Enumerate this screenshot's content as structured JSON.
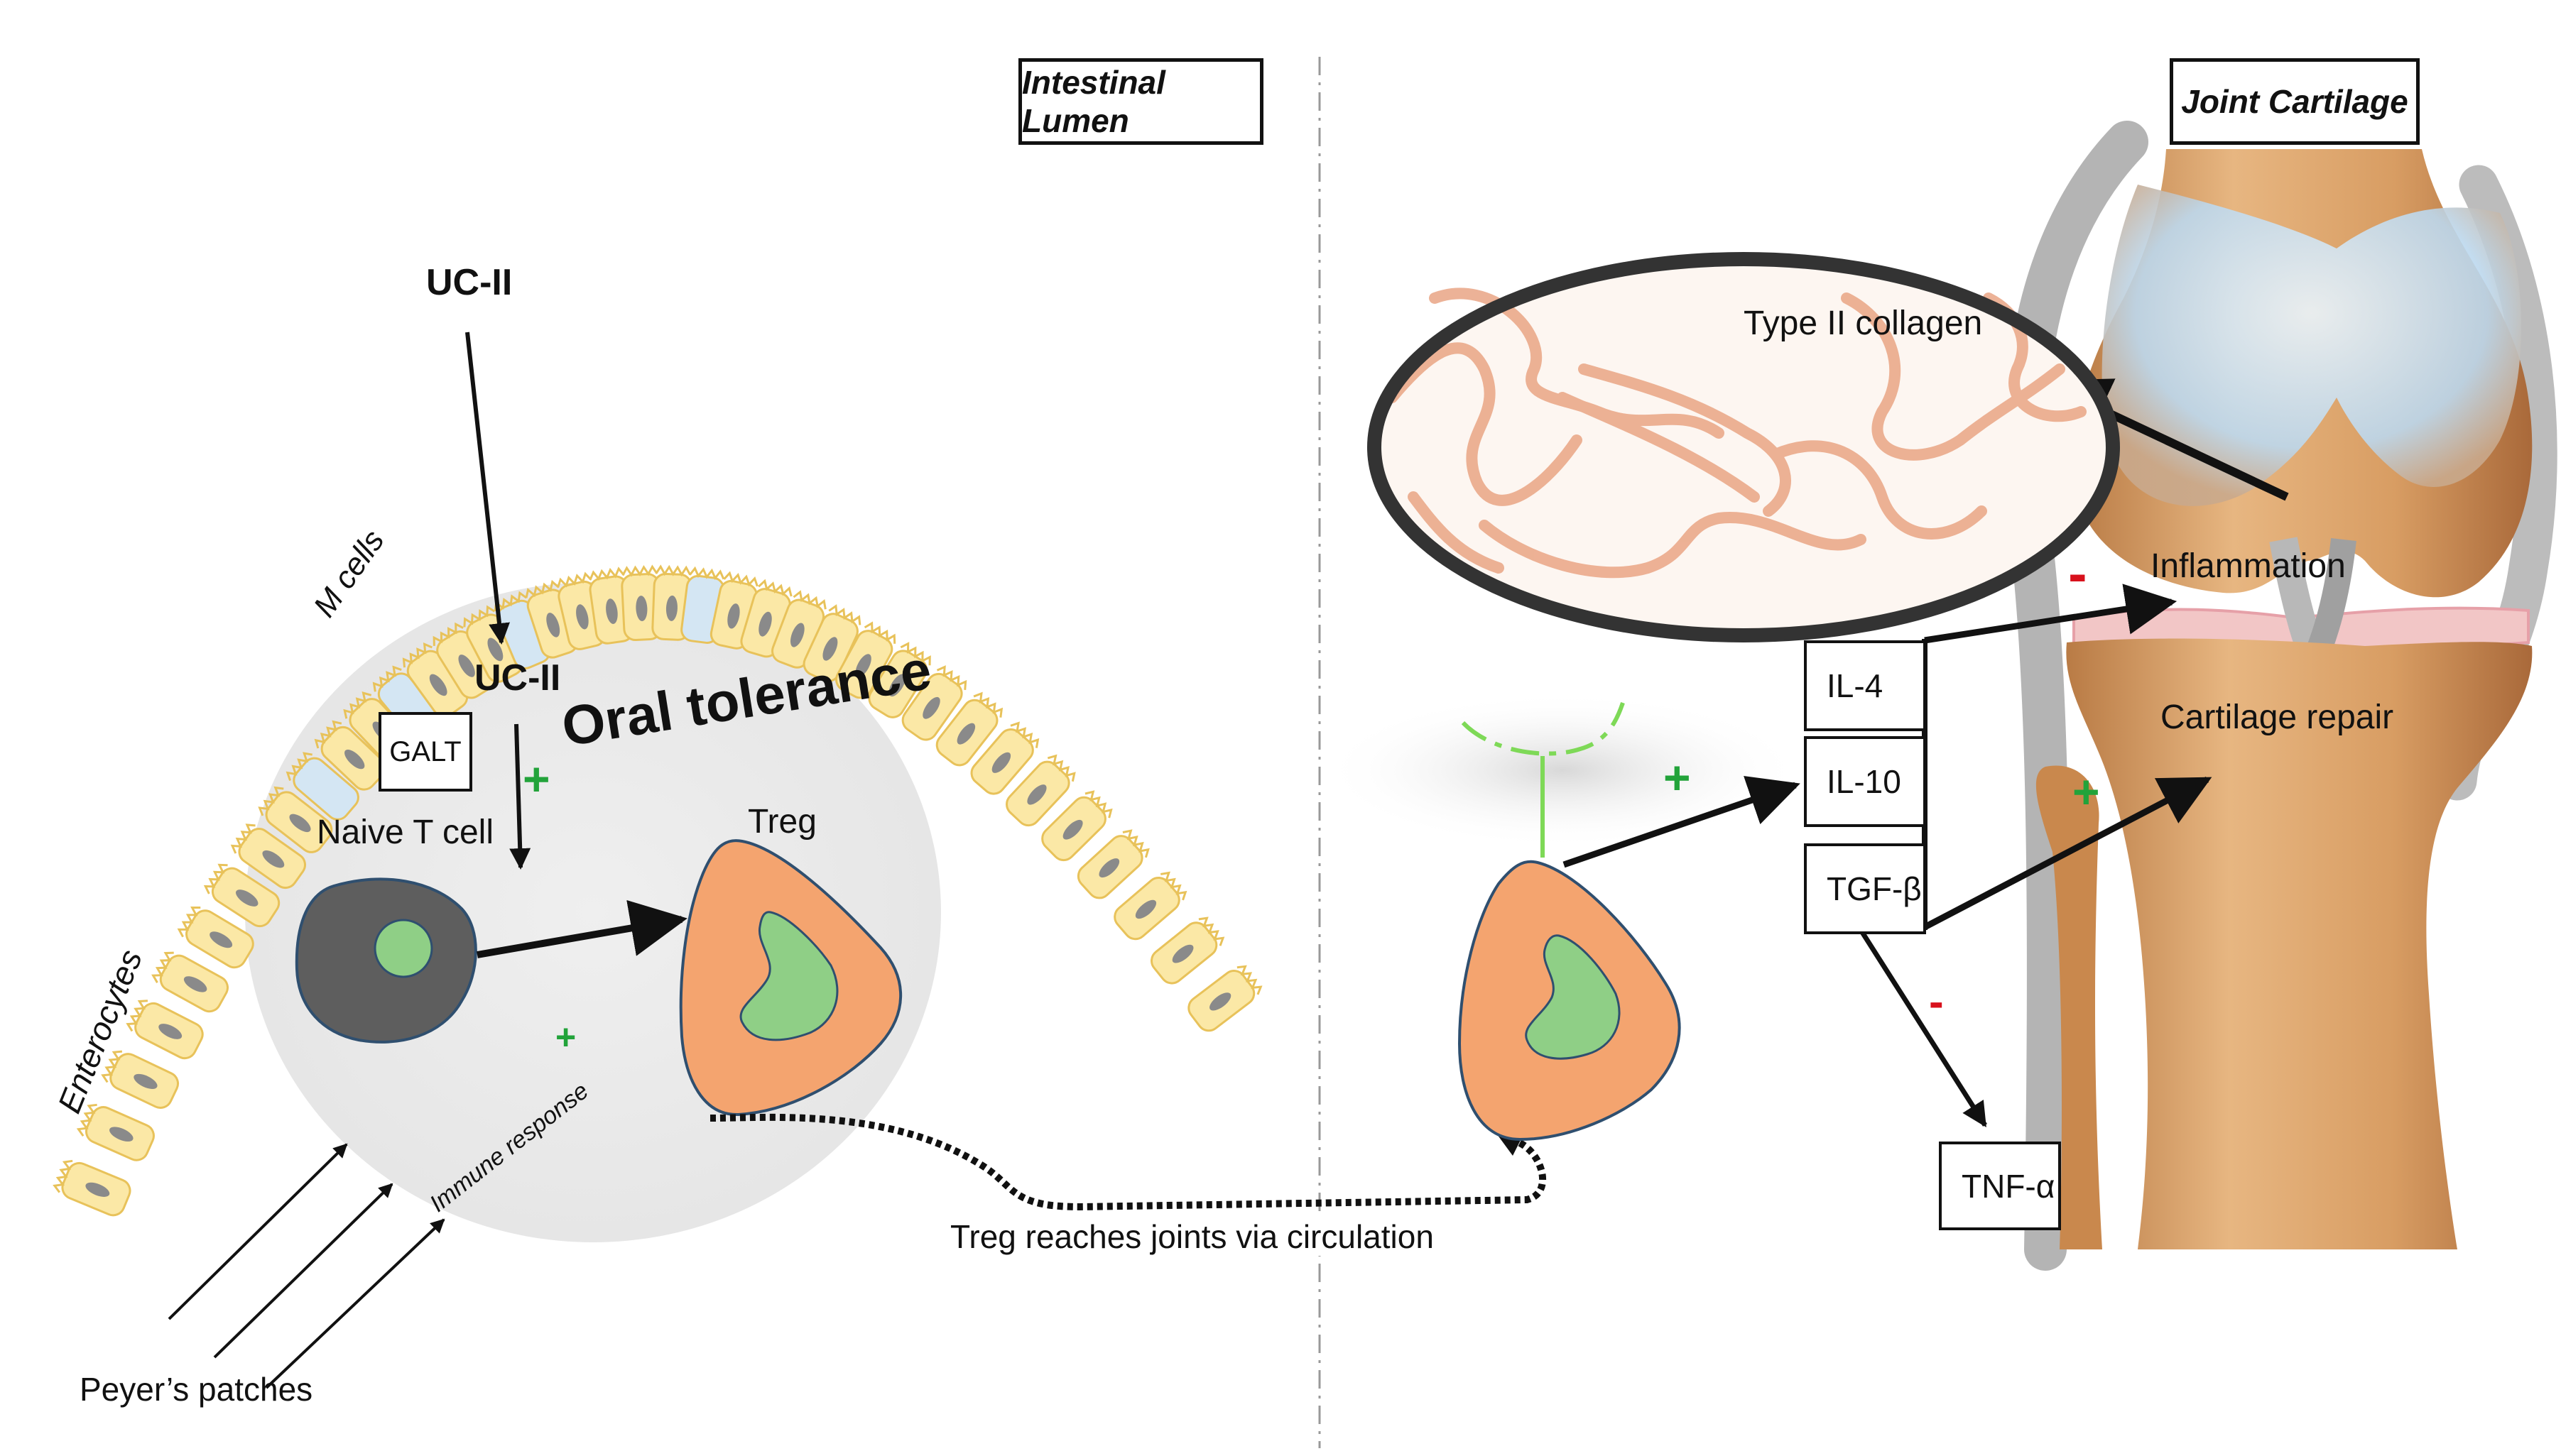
{
  "headers": {
    "left": "Intestinal Lumen",
    "right": "Joint Cartilage"
  },
  "intestine": {
    "ucii_top": "UC-II",
    "ucii_mid": "UC-II",
    "m_cells": "M cells",
    "enterocytes": "Enterocytes",
    "galt": "GALT",
    "oral_tolerance": "Oral tolerance",
    "oral_tolerance_sign": "+",
    "naive_t_cell": "Naive T cell",
    "treg": "Treg",
    "immune_response": "Immune response",
    "immune_response_sign": "+",
    "peyers_patches": "Peyer’s patches"
  },
  "circulation": {
    "label": "Treg reaches joints via circulation"
  },
  "joint": {
    "collagen": "Type  II collagen",
    "inflammation": "Inflammation",
    "inflammation_sign": "-",
    "cartilage_repair": "Cartilage repair",
    "repair_sign": "+",
    "treg_sign": "+",
    "cytokines": [
      "IL-4",
      "IL-10",
      "TGF-β"
    ],
    "tnf": "TNF-α",
    "tnf_sign": "-"
  },
  "colors": {
    "treg_fill": "#f4a46f",
    "nucleus_fill": "#8fcf86",
    "naive_fill": "#5e5e5e",
    "enterocyte_fill": "#fbe8a6",
    "m_cell_fill": "#d4e6f3",
    "patch_fill": "#ececec",
    "positive": "#22a33a",
    "negative": "#d8111c",
    "collagen": "#e8a07e",
    "bone": "#d39a62"
  },
  "icons": [
    "receptor-icon",
    "arrow-icon",
    "knee-joint-icon",
    "collagen-fibers-icon"
  ]
}
